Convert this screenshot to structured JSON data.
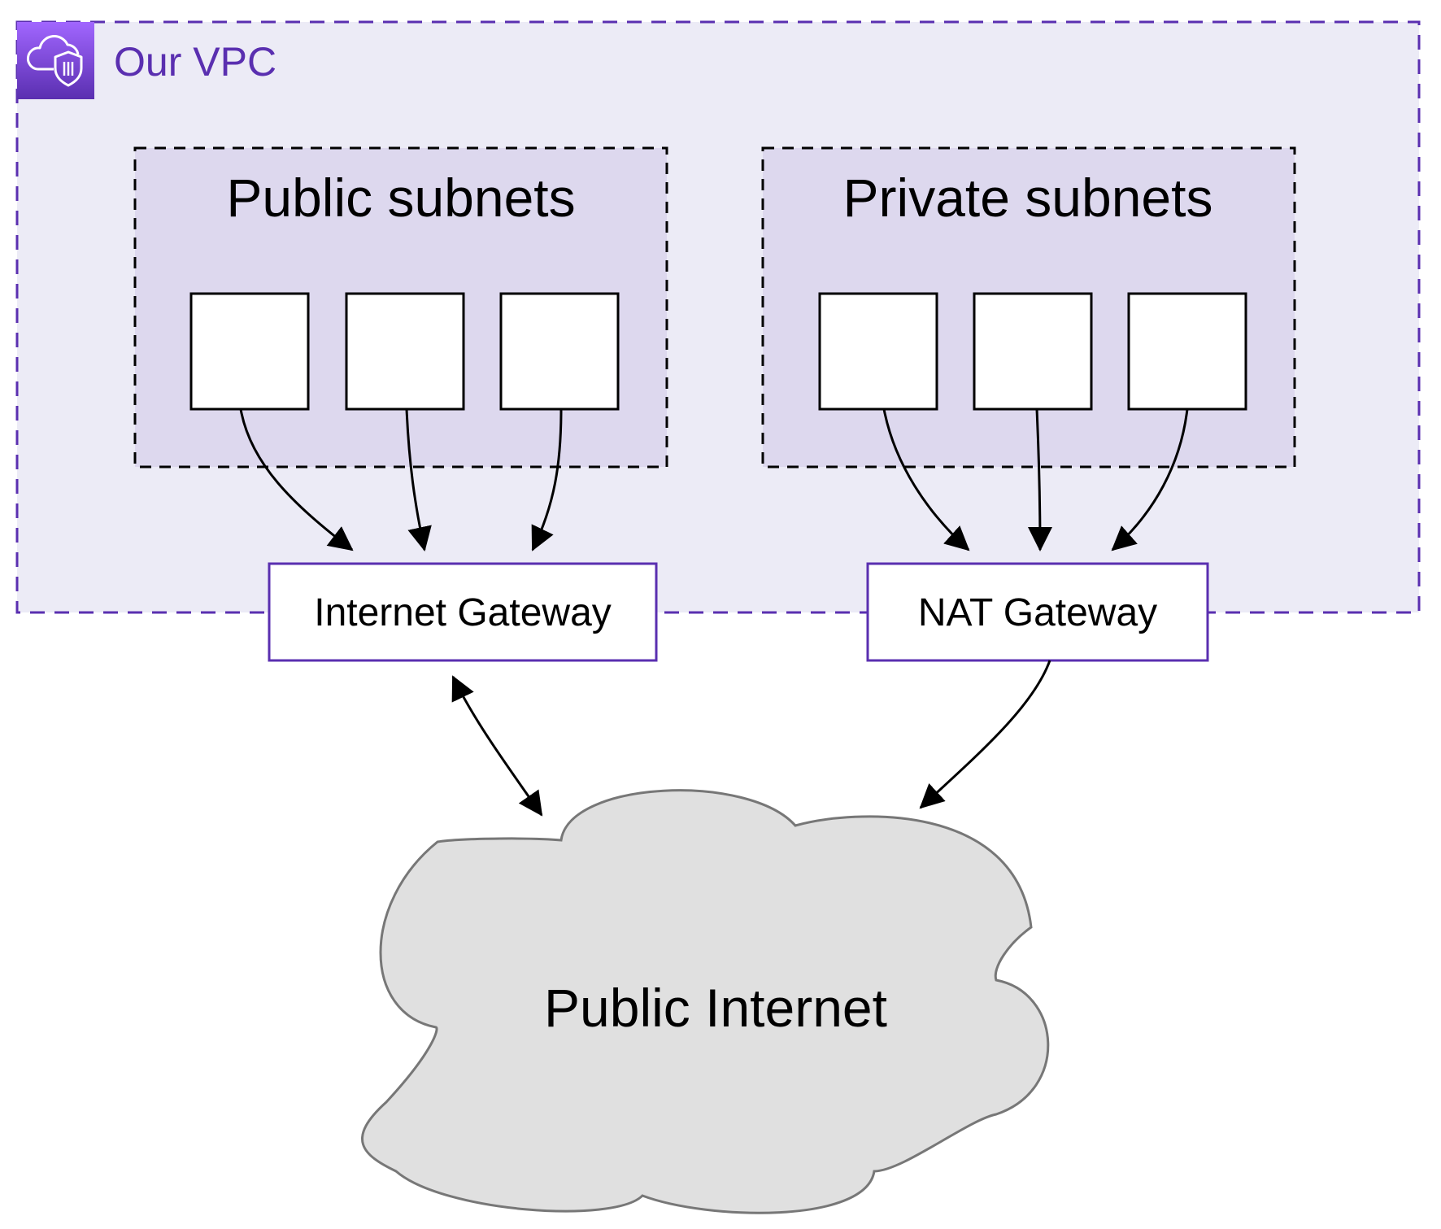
{
  "vpc": {
    "title": "Our VPC",
    "icon": "cloud-shield-icon",
    "border_color": "#5a2fb0",
    "fill_color": "#ecebf6",
    "icon_gradient": [
      "#a166ff",
      "#5a2fb0"
    ]
  },
  "public_subnets": {
    "title": "Public subnets",
    "fill_color": "#ddd8ee",
    "instance_count": 3
  },
  "private_subnets": {
    "title": "Private subnets",
    "fill_color": "#ddd8ee",
    "instance_count": 3
  },
  "internet_gateway": {
    "label": "Internet Gateway",
    "border_color": "#5a2fb0"
  },
  "nat_gateway": {
    "label": "NAT Gateway",
    "border_color": "#5a2fb0"
  },
  "public_internet": {
    "label": "Public Internet",
    "fill_color": "#e0e0e0",
    "stroke_color": "#777777"
  }
}
